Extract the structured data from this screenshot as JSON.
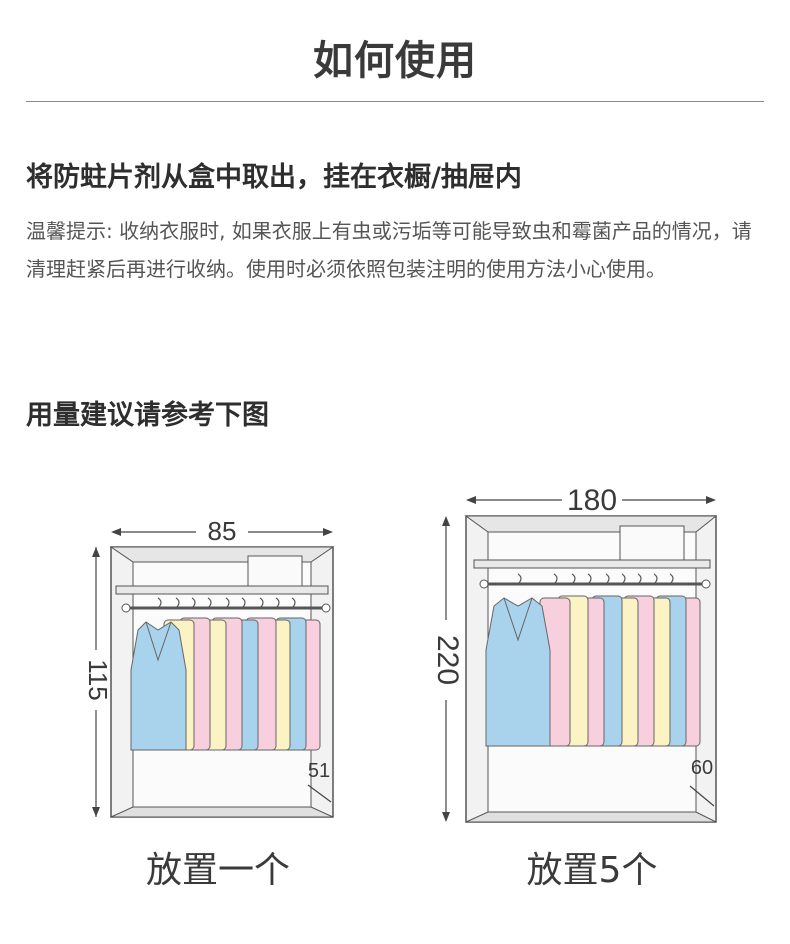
{
  "page": {
    "title": "如何使用",
    "instruction_heading": "将防蛀片剂从盒中取出，挂在衣橱/抽屉内",
    "tip_text": "温馨提示: 收纳衣服时, 如果衣服上有虫或污垢等可能导致虫和霉菌产品的情况，请清理赶紧后再进行收纳。使用时必须依照包装注明的使用方法小心使用。",
    "dosage_heading": "用量建议请参考下图"
  },
  "diagrams": [
    {
      "width_label": "85",
      "height_label": "115",
      "depth_label": "51",
      "caption": "放置一个"
    },
    {
      "width_label": "180",
      "height_label": "220",
      "depth_label": "60",
      "caption": "放置5个"
    }
  ],
  "colors": {
    "blue": "#a9d3ec",
    "pink": "#f7cfdd",
    "yellow": "#fbf3c3",
    "outline": "#555555",
    "cabinet": "#f0f0f0"
  }
}
